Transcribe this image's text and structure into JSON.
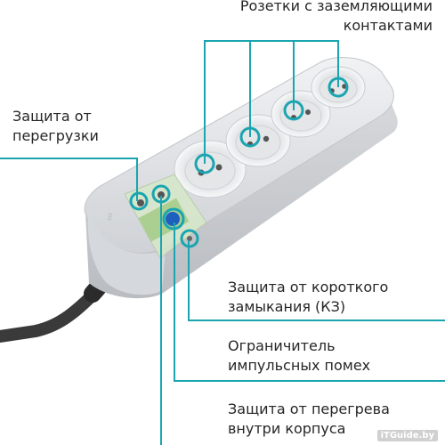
{
  "labels": {
    "sockets": [
      "Розетки с заземляющими",
      "контактами"
    ],
    "overload": [
      "Защита от",
      "перегрузки"
    ],
    "short_circuit": [
      "Защита от короткого",
      "замыкания (КЗ)"
    ],
    "surge": [
      "Ограничитель",
      "импульсных помех"
    ],
    "overheat": [
      "Защита от перегрева",
      "внутри корпуса"
    ]
  },
  "watermark": "iTGuide.by",
  "colors": {
    "accent": "#1aa5b0",
    "body": "#e4e6e9",
    "text": "#262626"
  }
}
